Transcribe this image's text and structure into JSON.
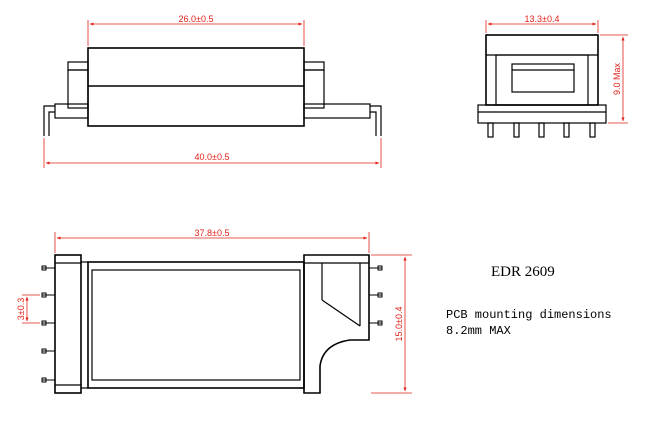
{
  "diagram": {
    "title": "EDR 2609",
    "notes": [
      "PCB mounting dimensions",
      "8.2mm MAX"
    ],
    "dimensions": {
      "side_body_length": "26.0±0.5",
      "side_total_length": "40.0±0.5",
      "end_width": "13.3±0.4",
      "end_height": "9.0 Max",
      "bottom_length": "37.8±0.5",
      "bottom_width": "15.0±0.4",
      "pin_pitch": "3±0.3"
    },
    "colors": {
      "outline": "#000000",
      "dimension": "#e2231a"
    }
  }
}
